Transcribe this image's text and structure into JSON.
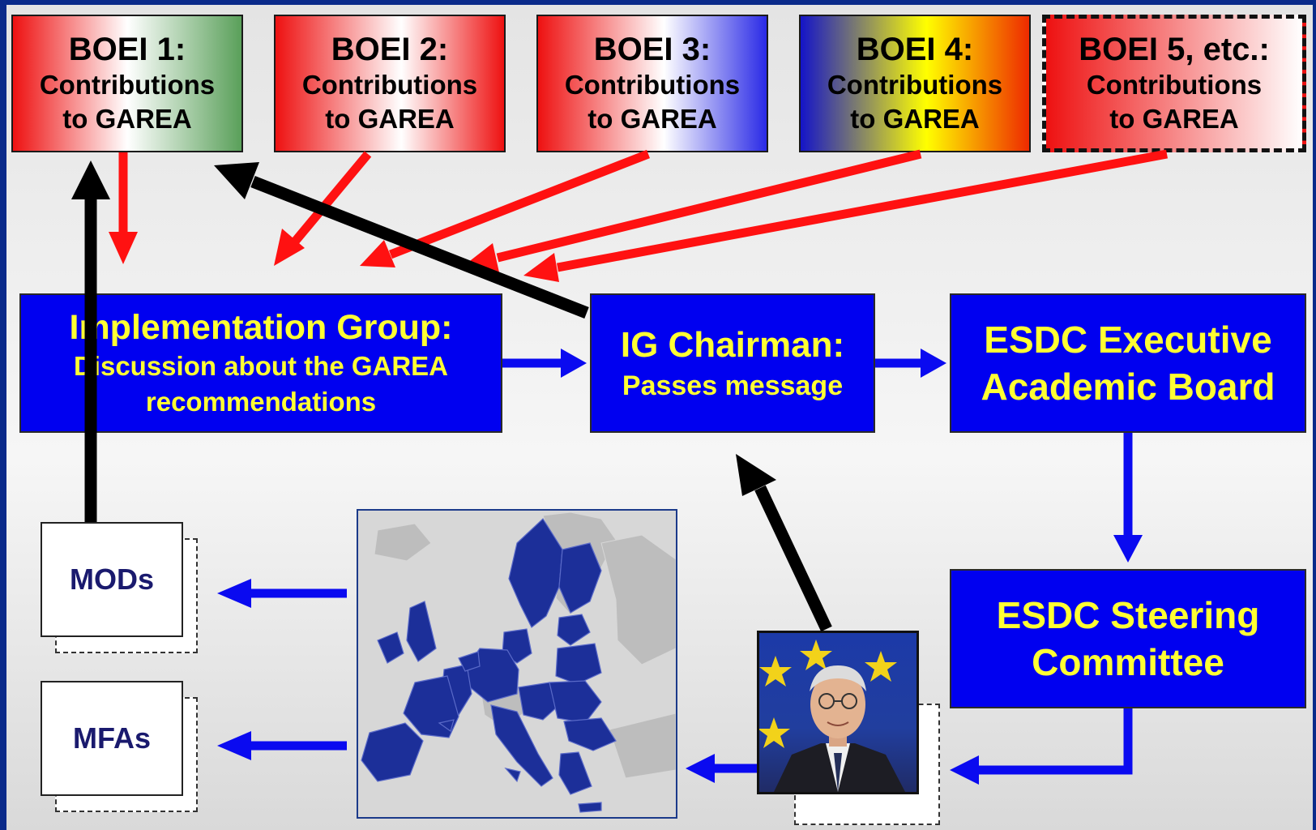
{
  "boei": [
    {
      "title": "BOEI 1:",
      "line1": "Contributions",
      "line2": "to GAREA"
    },
    {
      "title": "BOEI 2:",
      "line1": "Contributions",
      "line2": "to GAREA"
    },
    {
      "title": "BOEI 3:",
      "line1": "Contributions",
      "line2": "to GAREA"
    },
    {
      "title": "BOEI 4:",
      "line1": "Contributions",
      "line2": "to GAREA"
    },
    {
      "title": "BOEI 5, etc.:",
      "line1": "Contributions",
      "line2": "to GAREA"
    }
  ],
  "implementation_group": {
    "title": "Implementation Group:",
    "line1": "Discussion about the GAREA",
    "line2": "recommendations"
  },
  "ig_chairman": {
    "title": "IG Chairman:",
    "subtitle": "Passes  message"
  },
  "executive_board": {
    "line1": "ESDC Executive",
    "line2": "Academic Board"
  },
  "steering_committee": {
    "line1": "ESDC Steering",
    "line2": "Committee"
  },
  "recipients": {
    "mods": "MODs",
    "mfas": "MFAs"
  },
  "colors": {
    "blue_box": "#0000f0",
    "yellow_text": "#ffff33",
    "red_arrow": "#ff1111",
    "blue_arrow": "#0a0af0",
    "black_arrow": "#000000",
    "frame": "#0a2a8a"
  },
  "icons": {
    "map": "europe-map-icon",
    "portrait": "person-portrait-icon"
  }
}
